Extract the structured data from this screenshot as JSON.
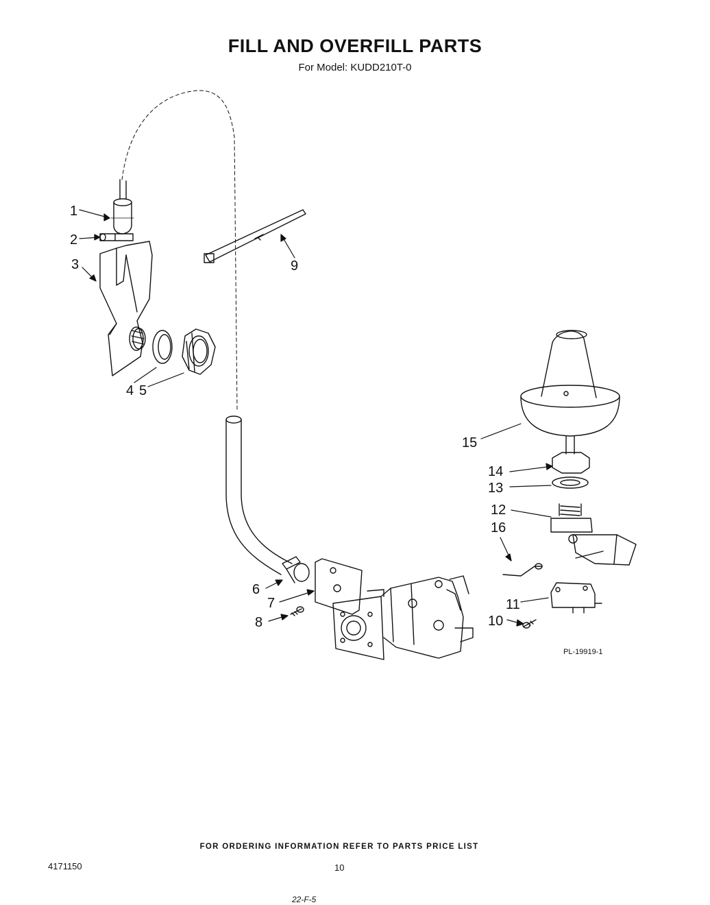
{
  "header": {
    "title": "FILL AND OVERFILL PARTS",
    "subtitle": "For Model: KUDD210T-0"
  },
  "callouts": {
    "c1": "1",
    "c2": "2",
    "c3": "3",
    "c4": "4",
    "c5": "5",
    "c6": "6",
    "c7": "7",
    "c8": "8",
    "c9": "9",
    "c10": "10",
    "c11": "11",
    "c12": "12",
    "c13": "13",
    "c14": "14",
    "c15": "15",
    "c16": "16"
  },
  "plate_id": "PL-19919-1",
  "footer": {
    "ordering_note": "FOR ORDERING INFORMATION REFER TO PARTS PRICE LIST",
    "doc_number": "4171150",
    "page_number": "10",
    "stamp": "22-F-5"
  }
}
